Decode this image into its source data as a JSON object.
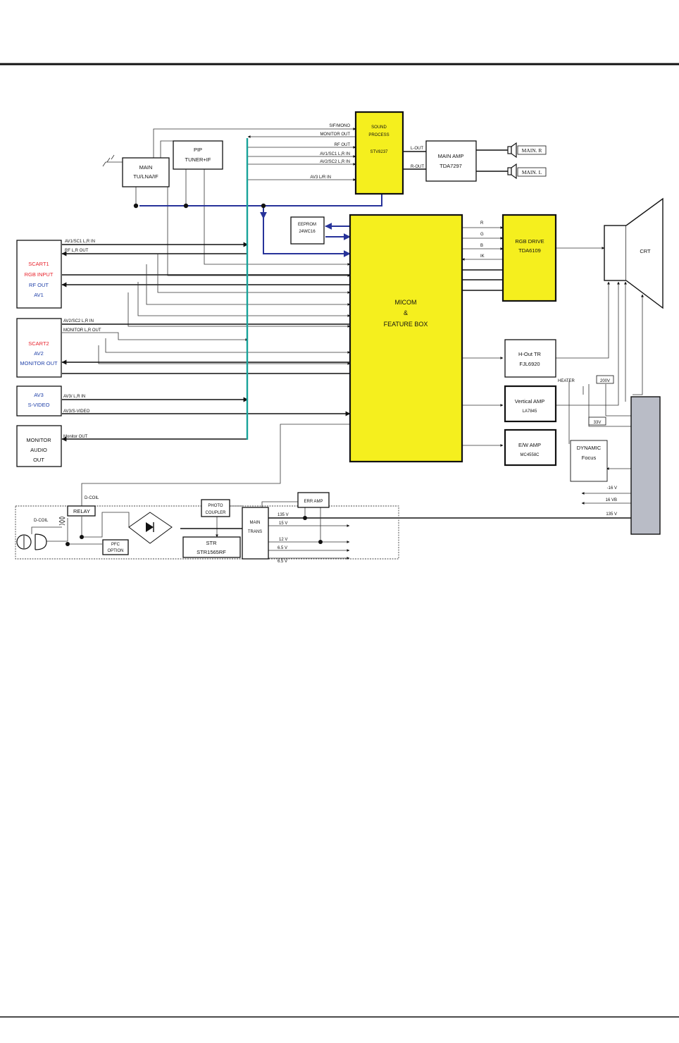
{
  "blocks": {
    "sound_process": [
      "SOUND",
      "PROCESS",
      "STV8237"
    ],
    "main_amp": [
      "MAIN AMP",
      "TDA7297"
    ],
    "speaker_r": "MAIN. R",
    "speaker_l": "MAIN. L",
    "main_tuner": [
      "MAIN",
      "TU/LNA/IF"
    ],
    "pip_tuner": [
      "PIP",
      "TUNER+IF"
    ],
    "eeprom": [
      "EEPROM",
      "24WC16"
    ],
    "micom": [
      "MICOM",
      "&",
      "FEATURE BOX"
    ],
    "rgb_drive": [
      "RGB DRIVE",
      "TDA6109"
    ],
    "crt": "CRT",
    "scart1": [
      "SCART1",
      "RGB INPUT",
      "RF OUT",
      "AV1"
    ],
    "scart2": [
      "SCART2",
      "AV2",
      "MONITOR OUT"
    ],
    "av3": [
      "AV3",
      "S-VIDEO"
    ],
    "monitor_audio": [
      "MONITOR",
      "AUDIO",
      "OUT"
    ],
    "h_out": [
      "H-Out TR",
      "FJL6920"
    ],
    "vertical_amp": [
      "Vertical AMP",
      "LA7845"
    ],
    "ew_amp": [
      "E/W AMP",
      "MC4558C"
    ],
    "dynamic_focus": [
      "DYNAMIC",
      "Focus"
    ],
    "relay": "RELAY",
    "photo_coupler": [
      "PHOTO",
      "COUPLER"
    ],
    "err_amp": "ERR AMP",
    "main_trans": [
      "MAIN",
      "TRANS"
    ],
    "pfc": [
      "PFC",
      "OPTION"
    ],
    "str": [
      "STR",
      "STR1565RF"
    ]
  },
  "signals": {
    "sound_inputs": [
      "SIF/MONO",
      "MONITOR OUT",
      "RF OUT",
      "AV1/SC1 L,R IN",
      "AV2/SC2 L,R IN",
      "AV3 L/R IN"
    ],
    "l_out": "L-OUT",
    "r_out": "R-OUT",
    "av1_in": "AV1/SC1 L,R IN",
    "rf_out": "RF L,R OUT",
    "av2_in": "AV2/SC2 L,R IN",
    "monitor_lr_out": "MONITOR L,R OUT",
    "av3_in": "AV3/ L,R IN",
    "av3_svideo": "AV3/S-VIDEO",
    "monitor_out": "Monitor OUT",
    "rgb": [
      "R",
      "G",
      "B",
      "IK"
    ],
    "heater": "HEATER",
    "v200": "200V",
    "v33": "33V",
    "d_coil_1": "D-COIL",
    "d_coil_2": "D-COIL",
    "trans_outputs": [
      "135 V",
      "15 V",
      "12 V",
      "6.5 V",
      "6.5 V"
    ],
    "rail_outputs": [
      "-16 V",
      "16 VB",
      "135 V"
    ]
  },
  "colors": {
    "highlight_fill": "#f5ef1e",
    "vertical_bus": "#18a39a",
    "i2c_bus": "#27339a",
    "scart_label": "#e8202a",
    "av_label": "#1e3fa8",
    "flyback_block": "#b9bcc6"
  }
}
